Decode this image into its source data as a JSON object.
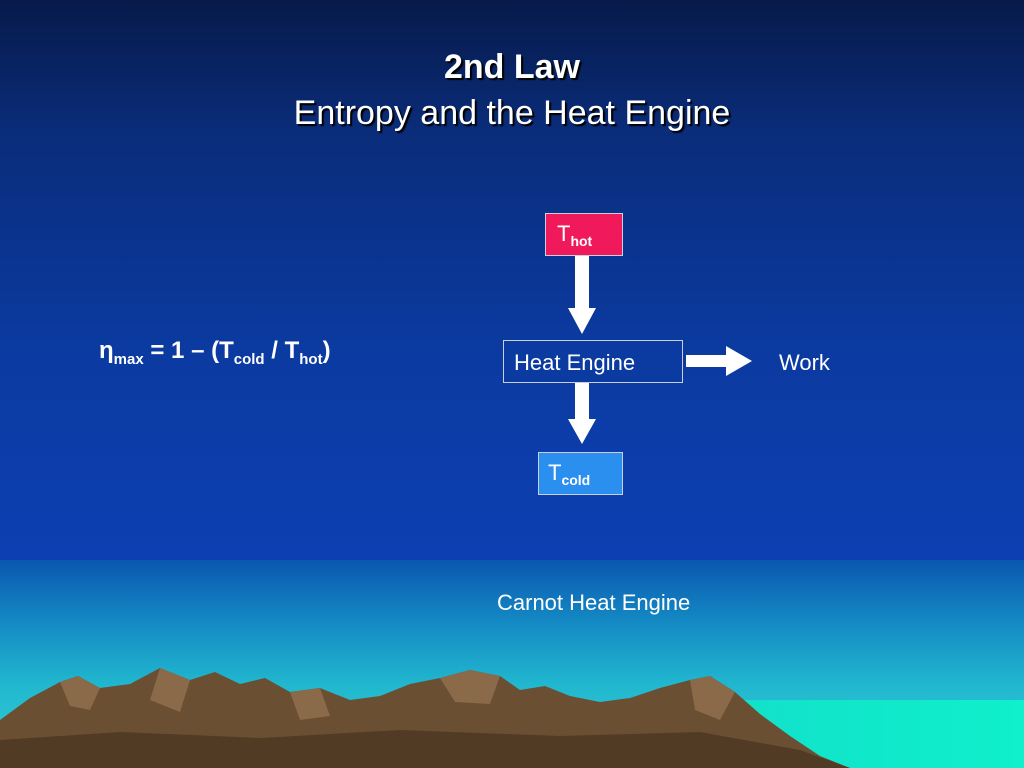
{
  "title": {
    "main": "2nd Law",
    "sub": "Entropy and the Heat Engine"
  },
  "equation": {
    "eta": "η",
    "eta_sub": "max",
    "middle": " = 1 – (T",
    "cold_sub": "cold",
    "slash": " / T",
    "hot_sub": "hot",
    "close": ")"
  },
  "diagram": {
    "hot": {
      "symbol": "T",
      "sub": "hot"
    },
    "engine_label": "Heat Engine",
    "cold": {
      "symbol": "T",
      "sub": "cold"
    },
    "work_label": "Work",
    "caption": "Carnot Heat Engine"
  },
  "colors": {
    "hot_box": "#f0195c",
    "cold_box": "#2b8ff0",
    "background_top": "#071a4a",
    "background_bottom": "#0d43b8"
  }
}
